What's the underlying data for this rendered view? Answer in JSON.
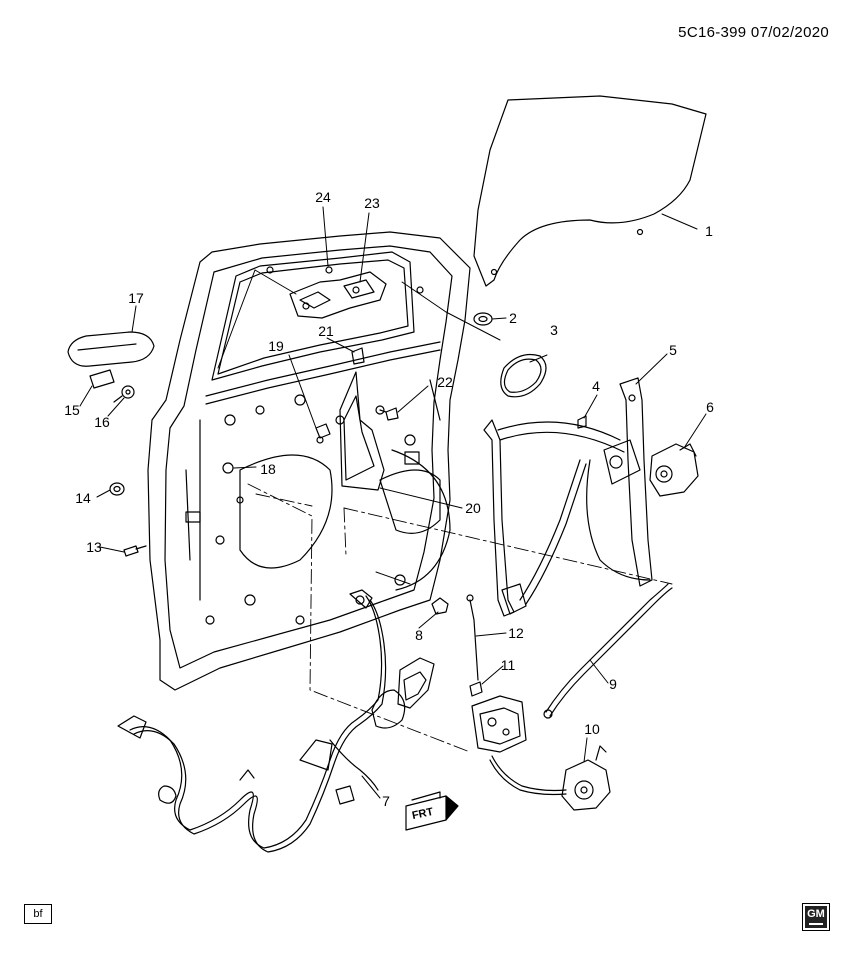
{
  "header": {
    "code": "5C16-399 07/02/2020"
  },
  "callouts": {
    "c1": "1",
    "c2": "2",
    "c3": "3",
    "c4": "4",
    "c5": "5",
    "c6": "6",
    "c7": "7",
    "c8": "8",
    "c9": "9",
    "c10": "10",
    "c11": "11",
    "c12": "12",
    "c13": "13",
    "c14": "14",
    "c15": "15",
    "c16": "16",
    "c17": "17",
    "c18": "18",
    "c19": "19",
    "c20": "20",
    "c21": "21",
    "c22": "22",
    "c23": "23",
    "c24": "24"
  },
  "direction_label": "FRT",
  "footer": {
    "left_tag": "bf",
    "logo_text": "GM"
  }
}
